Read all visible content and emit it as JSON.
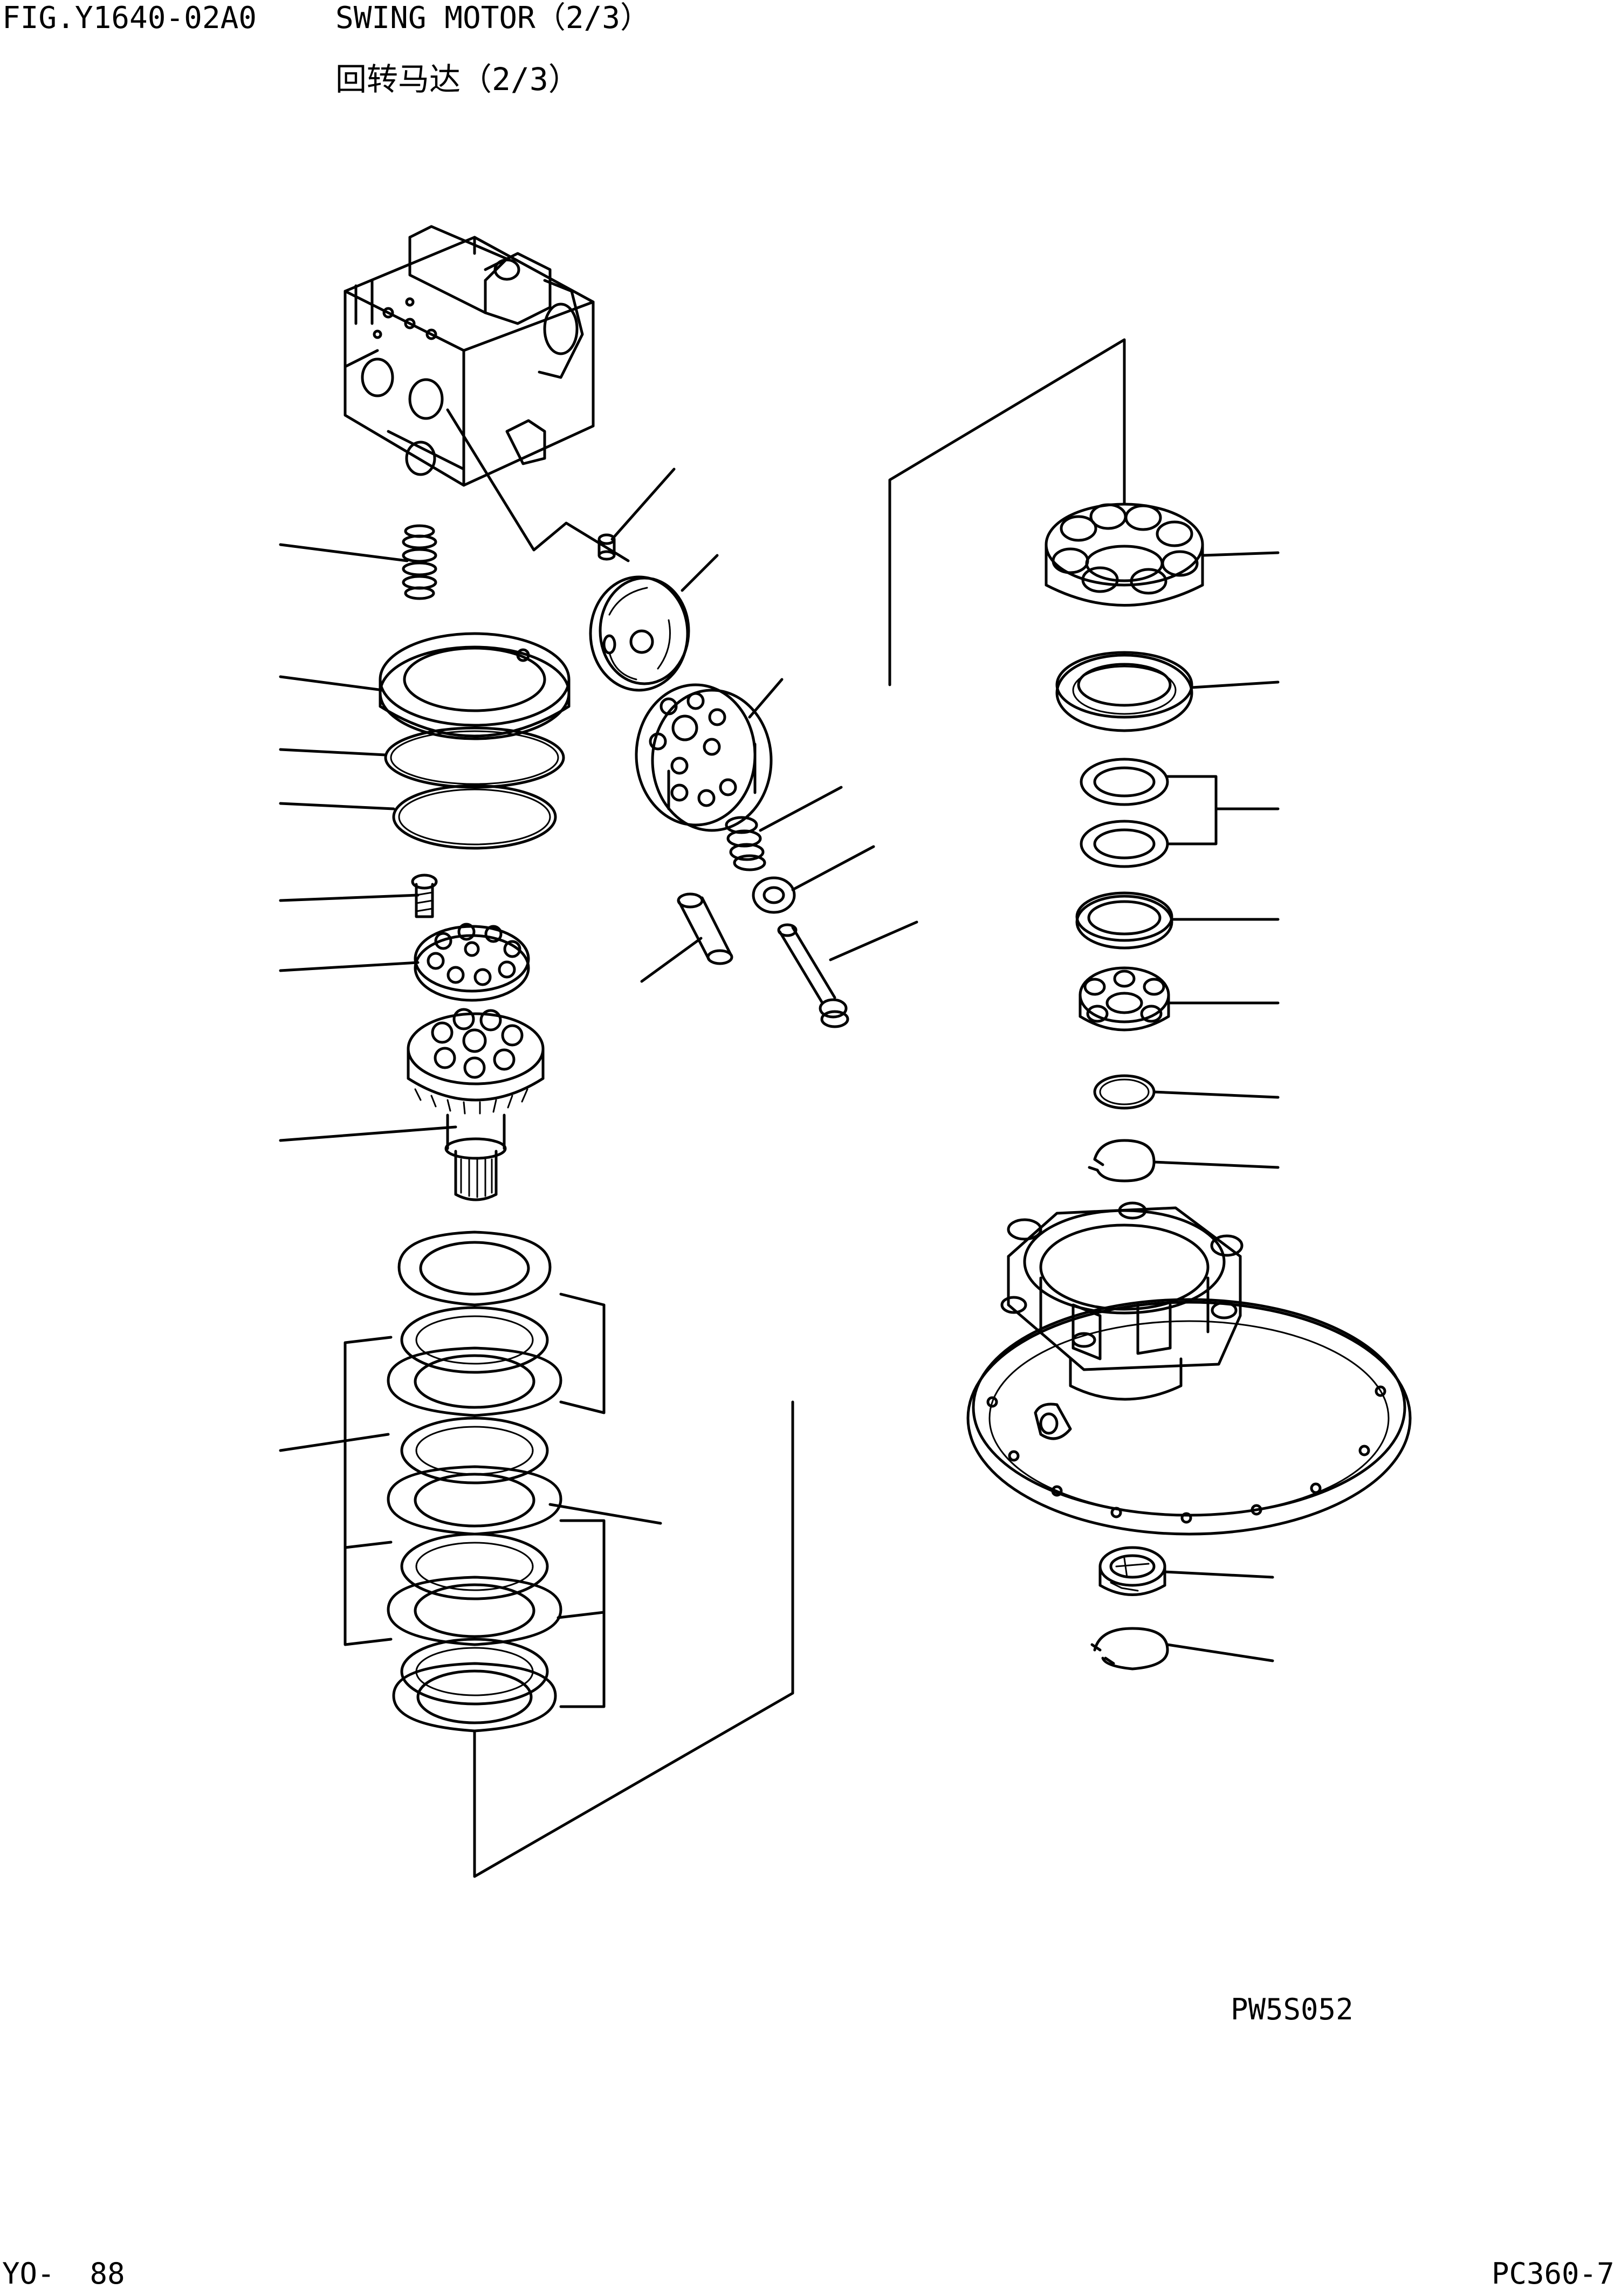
{
  "header": {
    "figure_number": "FIG.Y1640-02A0",
    "title_en": "SWING MOTOR（2/3）",
    "title_cn": "回转马达（2/3）"
  },
  "drawing": {
    "code": "PW5S052"
  },
  "footer": {
    "page": "YO-  88",
    "model": "PC360-7"
  }
}
